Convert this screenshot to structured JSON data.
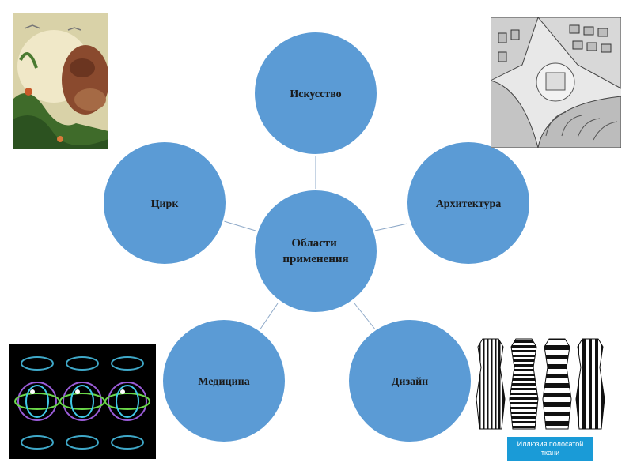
{
  "diagram": {
    "center": "Области применения",
    "nodes": {
      "art": "Искусство",
      "architecture": "Архитектура",
      "design": "Дизайн",
      "medicine": "Медицина",
      "circus": "Цирк"
    }
  },
  "colors": {
    "circle_fill": "#5b9bd5",
    "circle_stroke": "#ffffff",
    "connector": "#8ea9c8",
    "caption_bg": "#1a9bd7"
  },
  "images": {
    "top_left": "old-man-illusion-painting",
    "top_right": "escher-print-gallery",
    "bottom_left": "glowing-spheres-illusion",
    "bottom_right": "striped-dresses-illusion"
  },
  "caption": "Иллюзия полосатой ткани"
}
